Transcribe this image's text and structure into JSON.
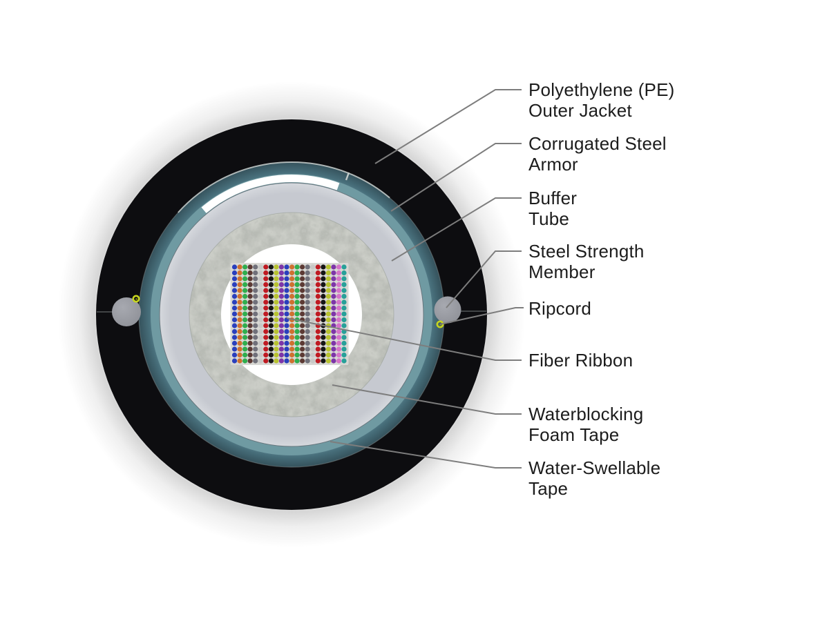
{
  "figure": {
    "kind": "fiber-optic-cable-cross-section",
    "description": "Armored ribbon fiber optic cable cutaway diagram with callout labels"
  },
  "labels": [
    {
      "id": "outer-jacket",
      "lines": [
        "Polyethylene (PE)",
        "Outer Jacket"
      ]
    },
    {
      "id": "armor",
      "lines": [
        "Corrugated Steel",
        "Armor"
      ]
    },
    {
      "id": "buffer-tube",
      "lines": [
        "Buffer",
        "Tube"
      ]
    },
    {
      "id": "strength-member",
      "lines": [
        "Steel Strength",
        "Member"
      ]
    },
    {
      "id": "ripcord",
      "lines": [
        "Ripcord"
      ]
    },
    {
      "id": "fiber-ribbon",
      "lines": [
        "Fiber Ribbon"
      ]
    },
    {
      "id": "foam-tape",
      "lines": [
        "Waterblocking",
        "Foam Tape"
      ]
    },
    {
      "id": "water-swellable",
      "lines": [
        "Water-Swellable",
        "Tape"
      ]
    }
  ],
  "colors": {
    "background": "#ffffff",
    "jacket": "#0d0d10",
    "armor_outer": "#35525c",
    "armor_mid": "#476e7a",
    "armor_inner": "#5c8490",
    "water_swellable": "#6f9aa2",
    "buffer_tube": "#c6c9d0",
    "buffer_tube_light": "#d5d8dd",
    "buffer_tube_edge": "#66757c",
    "foam": "#b3b6b0",
    "foam_edge": "#9aa09a",
    "core": "#ffffff",
    "ribbon_backing": "#d8d8d4",
    "strength_member": "#8f9198",
    "strength_member_light": "#a7a9b0",
    "ripcord": "#c6d41e",
    "ripcord_dark": "#7e8614",
    "leader_line": "#7d7d7d",
    "highlight": "#c2c9c8",
    "label_text": "#1c1c1c",
    "halo": "#777777"
  },
  "fiber_grid": {
    "rows": 17,
    "columns": [
      "blue",
      "orange",
      "green",
      "brown",
      "slate",
      "white",
      "red",
      "black",
      "yellow",
      "violet",
      "blue",
      "orange",
      "green",
      "brown",
      "slate",
      "white",
      "red",
      "black",
      "yellow",
      "violet",
      "rose",
      "aqua"
    ],
    "palette": {
      "blue": "#2a3fbc",
      "orange": "#cf7030",
      "green": "#2fae4e",
      "brown": "#5c3a34",
      "slate": "#70707a",
      "white": "#c8c8c6",
      "red": "#bf1a22",
      "black": "#151515",
      "yellow": "#b7c230",
      "violet": "#7d35a8",
      "rose": "#d573c8",
      "aqua": "#27a099"
    }
  }
}
